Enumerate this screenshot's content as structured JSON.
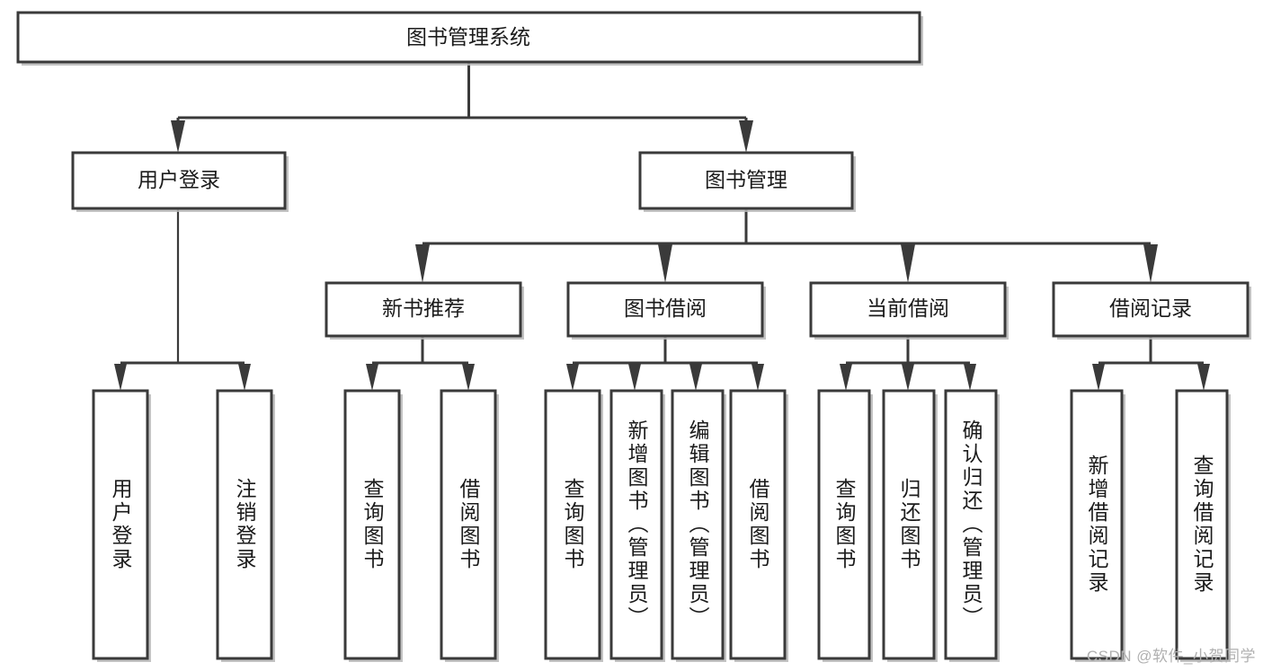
{
  "diagram": {
    "type": "tree",
    "title": "图书管理系统",
    "watermark": "CSDN @软件_小贺同学",
    "colors": {
      "stroke": "#3a3a3a",
      "fill": "#ffffff",
      "text": "#1b1b1b",
      "shadow": "#b9b9b9",
      "watermark": "#b0b0b0",
      "background": "#ffffff"
    },
    "root": {
      "label": "图书管理系统"
    },
    "level2": [
      {
        "label": "用户登录"
      },
      {
        "label": "图书管理"
      }
    ],
    "level3": [
      {
        "label": "新书推荐"
      },
      {
        "label": "图书借阅"
      },
      {
        "label": "当前借阅"
      },
      {
        "label": "借阅记录"
      }
    ],
    "leaves": {
      "user_login": [
        {
          "label": "用户登录"
        },
        {
          "label": "注销登录"
        }
      ],
      "new_book_recommend": [
        {
          "label": "查询图书"
        },
        {
          "label": "借阅图书"
        }
      ],
      "book_borrow": [
        {
          "label": "查询图书"
        },
        {
          "label": "新增图书（管理员）"
        },
        {
          "label": "编辑图书（管理员）"
        },
        {
          "label": "借阅图书"
        }
      ],
      "current_borrow": [
        {
          "label": "查询图书"
        },
        {
          "label": "归还图书"
        },
        {
          "label": "确认归还（管理员）"
        }
      ],
      "borrow_record": [
        {
          "label": "新增借阅记录"
        },
        {
          "label": "查询借阅记录"
        }
      ]
    }
  }
}
